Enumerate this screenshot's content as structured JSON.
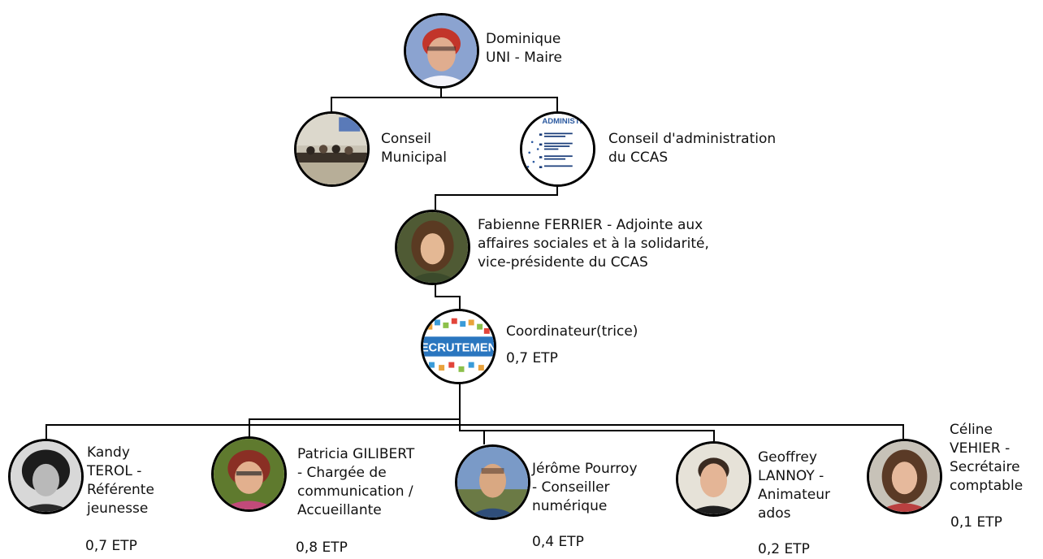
{
  "nodes": {
    "maire": {
      "name_line1": "Dominique",
      "name_line2": "UNI - Maire",
      "photo": "person-portrait"
    },
    "conseil_municipal": {
      "line1": "Conseil",
      "line2": "Municipal",
      "photo": "meeting-room-photo"
    },
    "conseil_admin": {
      "line1": "Conseil d'administration",
      "line2": "du CCAS",
      "photo": "administration-document",
      "doc_title": "ADMINISTRAT"
    },
    "adjointe": {
      "line1": "Fabienne FERRIER - Adjointe aux",
      "line2": "affaires sociales et à la solidarité,",
      "line3": "vice-présidente du CCAS",
      "photo": "person-portrait"
    },
    "coordinateur": {
      "line1": "Coordinateur(trice)",
      "etp": "0,7 ETP",
      "photo": "recrutement-banner",
      "banner_text": "ECRUTEMEN"
    },
    "staff": [
      {
        "lines": [
          "Kandy",
          "TEROL -",
          "Référente",
          "jeunesse"
        ],
        "etp": "0,7 ETP",
        "photo": "person-portrait-bw"
      },
      {
        "lines": [
          "Patricia GILIBERT",
          "- Chargée de",
          "communication /",
          "Accueillante"
        ],
        "etp": "0,8 ETP",
        "photo": "person-portrait"
      },
      {
        "lines": [
          "Jérôme Pourroy",
          "- Conseiller",
          "numérique"
        ],
        "etp": "0,4 ETP",
        "photo": "person-portrait"
      },
      {
        "lines": [
          "Geoffrey",
          "LANNOY -",
          "Animateur",
          "ados"
        ],
        "etp": "0,2 ETP",
        "photo": "person-portrait"
      },
      {
        "lines": [
          "Céline",
          "VEHIER -",
          "Secrétaire",
          "comptable"
        ],
        "etp": "0,1 ETP",
        "photo": "person-portrait"
      }
    ]
  },
  "colors": {
    "connector": "#000000",
    "text": "#111111"
  }
}
